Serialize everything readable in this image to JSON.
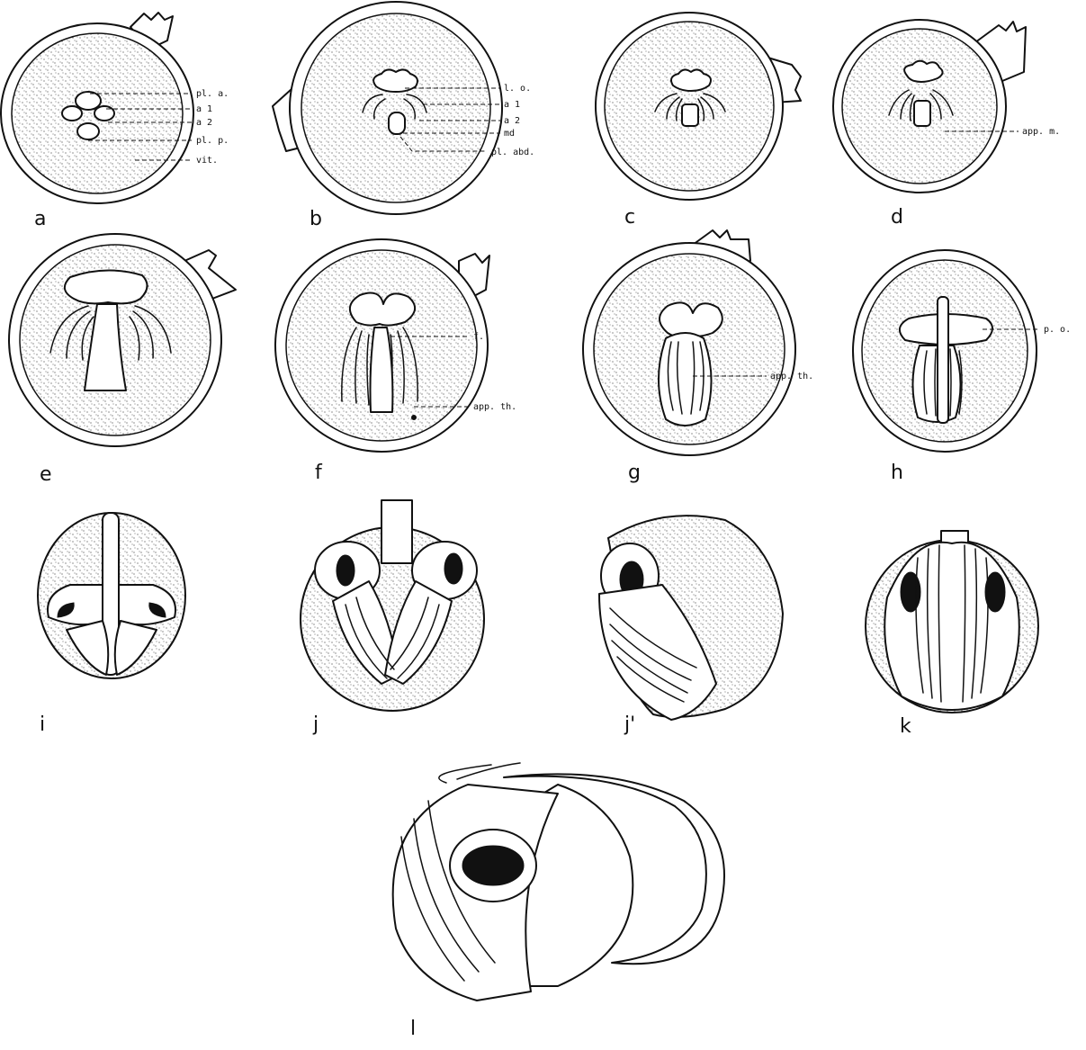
{
  "colors": {
    "ink": "#111111",
    "paper": "#ffffff",
    "stipple": "#444444"
  },
  "figures": {
    "a": {
      "letter": "a",
      "labels": [
        "pl. a.",
        "a 1",
        "a 2",
        "pl. p.",
        "vit."
      ]
    },
    "b": {
      "letter": "b",
      "labels": [
        "l. o.",
        "a 1",
        "a 2",
        "md",
        "pl. abd."
      ]
    },
    "c": {
      "letter": "c",
      "labels": []
    },
    "d": {
      "letter": "d",
      "labels": [
        "app. m."
      ]
    },
    "e": {
      "letter": "e",
      "labels": []
    },
    "f": {
      "letter": "f",
      "labels": [
        "f.",
        "app. th."
      ]
    },
    "g": {
      "letter": "g",
      "labels": [
        "app. th."
      ]
    },
    "h": {
      "letter": "h",
      "labels": [
        "p. o."
      ]
    },
    "i": {
      "letter": "i",
      "labels": []
    },
    "j": {
      "letter": "j",
      "labels": []
    },
    "j2": {
      "letter": "j'",
      "labels": []
    },
    "k": {
      "letter": "k",
      "labels": []
    },
    "l": {
      "letter": "l",
      "labels": []
    }
  }
}
